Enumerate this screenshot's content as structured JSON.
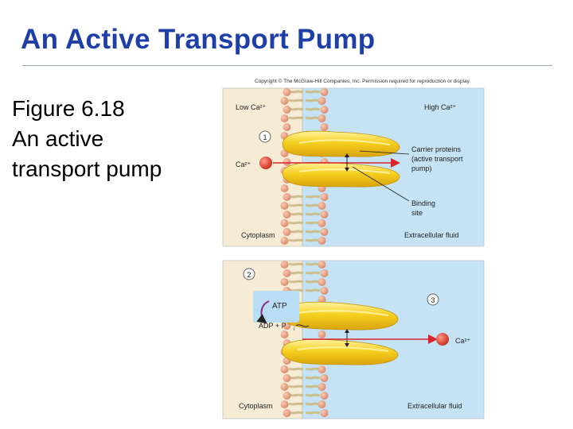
{
  "slide": {
    "title": "An Active Transport Pump",
    "caption_lines": [
      "Figure 6.18",
      "An active",
      "transport pump"
    ]
  },
  "figure": {
    "copyright": "Copyright © The McGraw-Hill Companies, Inc. Permission required for reproduction or display.",
    "panel_top": {
      "low_label": "Low Ca²⁺",
      "high_label": "High Ca²⁺",
      "step_number": "1",
      "ion_label": "Ca²⁺",
      "carrier_label": [
        "Carrier proteins",
        "(active transport",
        "pump)"
      ],
      "binding_label": [
        "Binding",
        "site"
      ],
      "cytoplasm_label": "Cytoplasm",
      "extracellular_label": "Extracellular fluid"
    },
    "panel_bottom": {
      "step2_number": "2",
      "step3_number": "3",
      "atp_label": "ATP",
      "adp_label": "ADP +  P",
      "adp_subscript": "i",
      "ion_label": "Ca²⁺",
      "cytoplasm_label": "Cytoplasm",
      "extracellular_label": "Extracellular fluid"
    },
    "colors": {
      "title": "#1f3fa8",
      "cytoplasm": "#f6ecd6",
      "extracellular": "#c5e3f5",
      "lipid_head": "#e8a585",
      "lipid_tail": "#d8cfa6",
      "protein": "#f4cc1c",
      "ion": "#e0402e",
      "arrow": "#d8232a",
      "atp_bg": "#b8ddf4"
    }
  }
}
